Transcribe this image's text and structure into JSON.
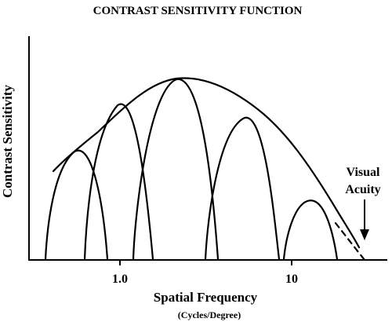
{
  "title": "CONTRAST SENSITIVITY FUNCTION",
  "y_axis_label": "Contrast Sensitivity",
  "x_axis_label": "Spatial Frequency",
  "x_axis_units": "(Cycles/Degree)",
  "x_ticks": [
    "1.0",
    "10"
  ],
  "annotation": {
    "line1": "Visual",
    "line2": "Acuity"
  }
}
